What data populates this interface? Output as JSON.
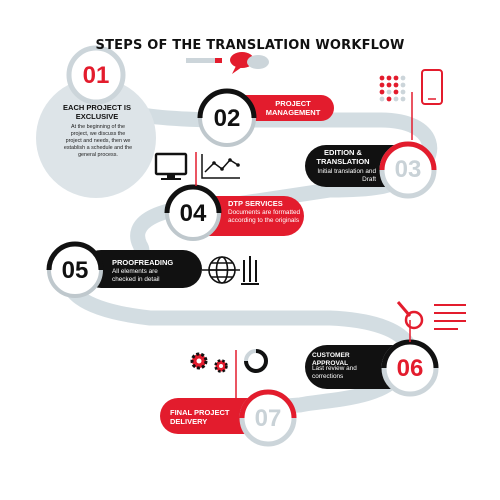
{
  "title": "STEPS OF THE TRANSLATION WORKFLOW",
  "colors": {
    "accent": "#e31c2d",
    "dark": "#111111",
    "road": "#d3dde2",
    "circle": "#ccd5da"
  },
  "steps": [
    {
      "number": "01",
      "title": "EACH PROJECT IS EXCLUSIVE",
      "text": "At the beginning of the project, we discuss the project and needs, then we establish a schedule and the general process."
    },
    {
      "number": "02",
      "title": "PROJECT MANAGEMENT",
      "text": ""
    },
    {
      "number": "03",
      "title": "EDITION & TRANSLATION",
      "text": "Initial translation and Draft"
    },
    {
      "number": "04",
      "title": "DTP SERVICES",
      "text": "Documents are formatted according to the originals"
    },
    {
      "number": "05",
      "title": "PROOFREADING",
      "text": "All elements are checked in detail"
    },
    {
      "number": "06",
      "title": "CUSTOMER APPROVAL",
      "text": "Last review and corrections"
    },
    {
      "number": "07",
      "title": "FINAL PROJECT DELIVERY",
      "text": ""
    }
  ],
  "icons": [
    "pen-icon",
    "speech-bubbles-icon",
    "dots-grid-icon",
    "smartphone-icon",
    "monitor-icon",
    "line-chart-icon",
    "globe-icon",
    "bar-lines-icon",
    "magnifier-icon",
    "text-lines-icon",
    "gears-icon",
    "progress-ring-icon"
  ]
}
